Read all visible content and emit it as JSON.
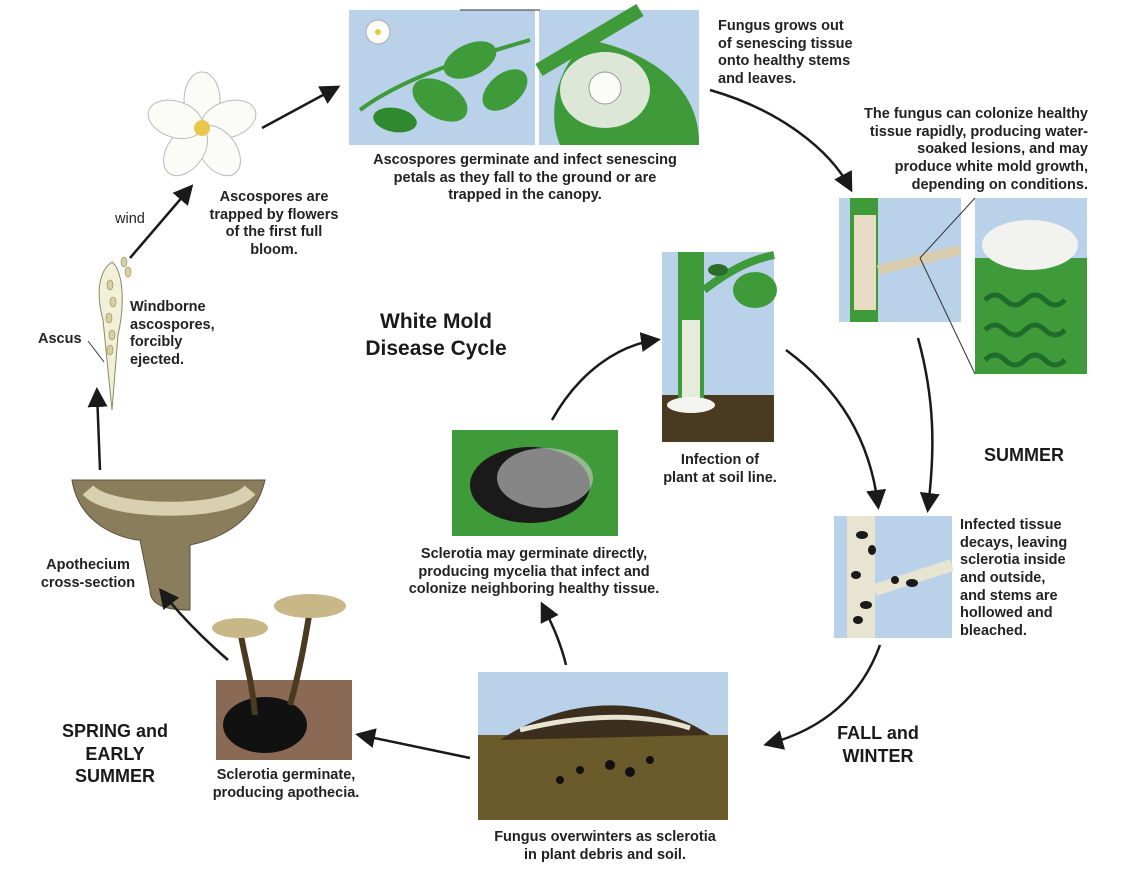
{
  "title": "White Mold\nDisease Cycle",
  "seasons": {
    "summer": "SUMMER",
    "fall_winter": "FALL and\nWINTER",
    "spring": "SPRING and\nEARLY\nSUMMER"
  },
  "labels": {
    "wind": "wind",
    "ascus": "Ascus",
    "windborne": "Windborne\nascospores,\nforcibly\nejected.",
    "trapped": "Ascospores are\ntrapped by flowers\nof the first full\nbloom.",
    "germinate_petals": "Ascospores germinate and infect senescing\npetals as they fall to the ground or are\ntrapped in the canopy.",
    "fungus_grows": "Fungus grows out\nof senescing tissue\nonto healthy stems\nand leaves.",
    "colonize": "The fungus can colonize healthy\ntissue rapidly, producing water-\nsoaked lesions, and may\nproduce white mold growth,\ndepending on conditions.",
    "soil_line": "Infection of\nplant at soil line.",
    "infected_tissue": "Infected tissue\ndecays, leaving\nsclerotia inside\nand outside,\nand stems are\nhollowed and\nbleached.",
    "overwinter": "Fungus overwinters as sclerotia\nin plant debris and soil.",
    "germinate_directly": "Sclerotia may germinate directly,\nproducing mycelia that infect and\ncolonize neighboring healthy tissue.",
    "apothecia": "Sclerotia germinate,\nproducing apothecia.",
    "apothecium": "Apothecium\ncross-section"
  },
  "colors": {
    "sky": "#b9d2ea",
    "leaf": "#3f9a3a",
    "leaf_dark": "#2a6e2a",
    "soil": "#6b5a2a",
    "sclerotia": "#1a1a1a",
    "apothecium": "#8a7d5c",
    "arrow": "#1a1a1a"
  }
}
